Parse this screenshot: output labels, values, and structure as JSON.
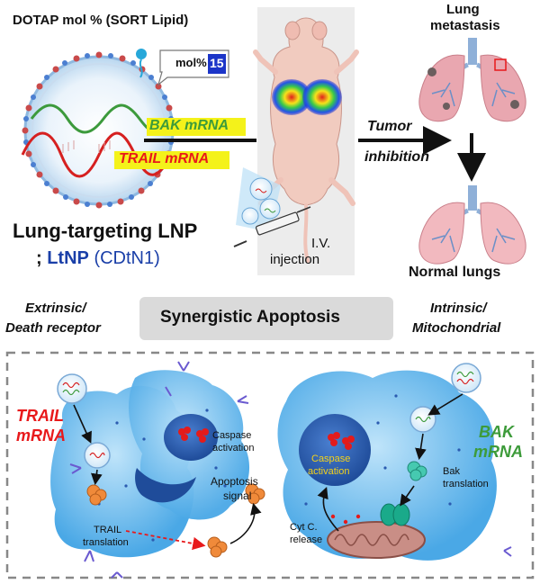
{
  "top": {
    "sort_title": "DOTAP mol % (SORT Lipid)",
    "mol_label": "mol%",
    "mol_value": "15",
    "bak_mrna": "BAK mRNA",
    "trail_mrna": "TRAIL mRNA",
    "lnp_title": "Lung-targeting  LNP",
    "lnp_prefix": "; ",
    "lnp_name": "LtNP",
    "lnp_code": " (CDtN1)",
    "injection_line1": "I.V.",
    "injection_line2": "injection",
    "tumor_line1": "Tumor",
    "tumor_line2": "inhibition",
    "lung_met_line1": "Lung",
    "lung_met_line2": "metastasis",
    "normal_lungs": "Normal lungs"
  },
  "middle": {
    "extrinsic_line1": "Extrinsic/",
    "extrinsic_line2": "Death receptor",
    "synergistic": "Synergistic  Apoptosis",
    "intrinsic_line1": "Intrinsic/",
    "intrinsic_line2": "Mitochondrial"
  },
  "bottom": {
    "trail_line1": "TRAIL",
    "trail_line2": "mRNA",
    "caspase_line1": "Caspase",
    "caspase_line2": "activation",
    "apoptosis_line1": "Apoptosis",
    "apoptosis_line2": "signal",
    "trail_translation_line1": "TRAIL",
    "trail_translation_line2": "translation",
    "bak_line1": "BAK",
    "bak_line2": "mRNA",
    "bak_translation_line1": "Bak",
    "bak_translation_line2": "translation",
    "caspase2_line1": "Caspase",
    "caspase2_line2": "activation",
    "cytc_line1": "Cyt C.",
    "cytc_line2": "release"
  },
  "colors": {
    "accent_red": "#e8191b",
    "accent_blue": "#1a3fa8",
    "accent_green": "#3d9b3a",
    "cell_blue": "#5ab4ea",
    "highlight_yellow": "#f4f21a",
    "mol_box_blue": "#1c35c8"
  }
}
